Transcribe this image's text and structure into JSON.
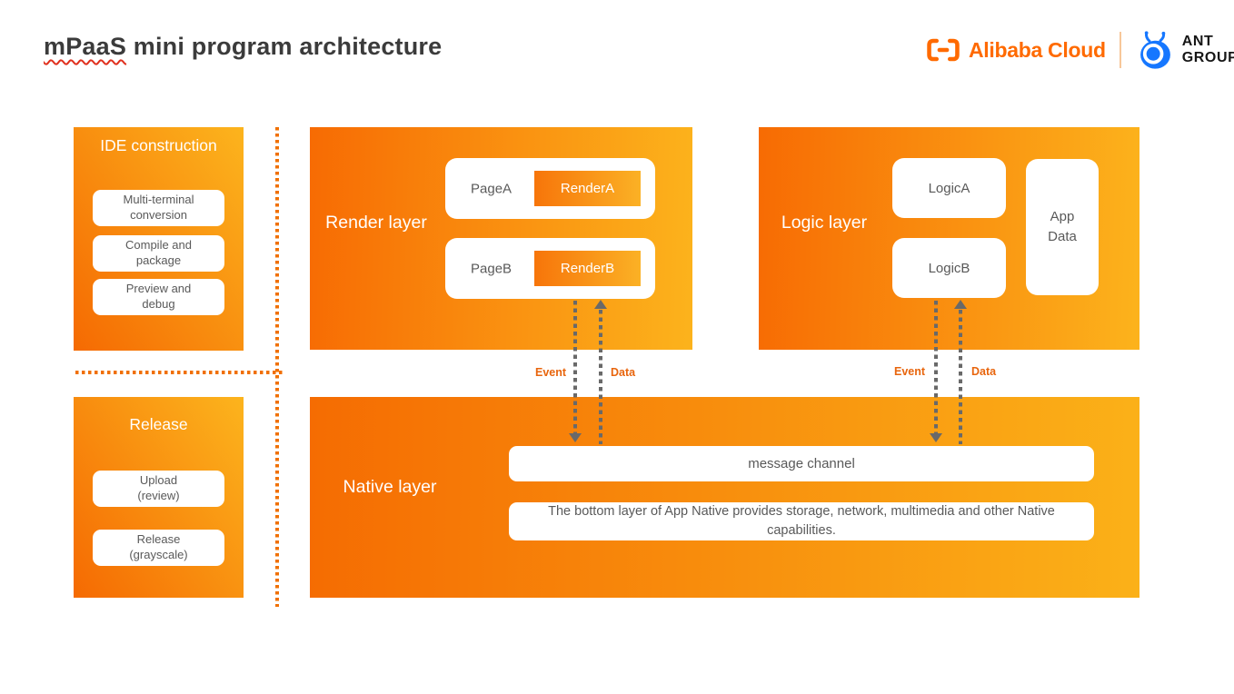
{
  "title": {
    "brand": "mPaaS",
    "rest": "mini program architecture"
  },
  "header": {
    "alibaba_cloud_label": "Alibaba Cloud",
    "alibaba_cloud_icon": "alibaba-cloud-brackets-icon",
    "ant_group_icon": "ant-head-icon",
    "ant_line1": "ANT",
    "ant_line2": "GROUP"
  },
  "ide": {
    "title": "IDE construction",
    "items": [
      "Multi-terminal conversion",
      "Compile and package",
      "Preview and debug"
    ]
  },
  "release": {
    "title": "Release",
    "items": [
      "Upload (review)",
      "Release (grayscale)"
    ]
  },
  "render_layer": {
    "title": "Render layer",
    "pages": [
      {
        "label": "PageA",
        "render": "RenderA"
      },
      {
        "label": "PageB",
        "render": "RenderB"
      }
    ]
  },
  "logic_layer": {
    "title": "Logic layer",
    "items": [
      "LogicA",
      "LogicB"
    ],
    "app_data": "App Data"
  },
  "native_layer": {
    "title": "Native layer",
    "message_channel": "message channel",
    "description": "The bottom layer of App Native provides storage, network, multimedia and other Native capabilities."
  },
  "flows": {
    "render_event": "Event",
    "render_data": "Data",
    "logic_event": "Event",
    "logic_data": "Data"
  },
  "colors": {
    "accent_orange": "#FF6A00",
    "gradient_dark_orange": "#F56A02",
    "gradient_light_amber": "#FCB41D",
    "box_text_gray": "#595959",
    "arrow_gray": "#696969",
    "flow_label_orange": "#E8650D",
    "dotted_line_orange": "#F07002",
    "ant_blue": "#1677FF",
    "title_gray": "#3B3B3B"
  }
}
